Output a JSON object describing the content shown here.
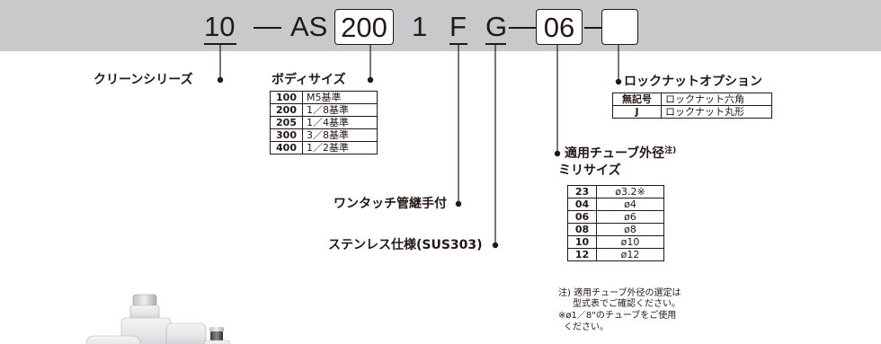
{
  "model_code": {
    "seg_10": "10",
    "dash_1": "—",
    "seg_as": "AS",
    "seg_200": "200",
    "seg_1": "1",
    "seg_f": "F",
    "seg_g": "G",
    "dash_2": "—",
    "seg_06": "06",
    "dash_3": "—",
    "seg_blank": ""
  },
  "labels": {
    "clean_series": "クリーンシリーズ",
    "body_size": "ボディサイズ",
    "one_touch": "ワンタッチ管継手付",
    "stainless": "ステンレス仕様(SUS303)",
    "tube_od_line1": "適用チューブ外径",
    "tube_od_note_mark": "注)",
    "tube_od_line2": "ミリサイズ",
    "locknut_option": "ロックナットオプション"
  },
  "body_size_table": [
    {
      "code": "100",
      "desc": "M5基準"
    },
    {
      "code": "200",
      "desc": "1／8基準"
    },
    {
      "code": "205",
      "desc": "1／4基準"
    },
    {
      "code": "300",
      "desc": "3／8基準"
    },
    {
      "code": "400",
      "desc": "1／2基準"
    }
  ],
  "locknut_table": [
    {
      "code": "無記号",
      "desc": "ロックナット六角"
    },
    {
      "code": "J",
      "desc": "ロックナット丸形"
    }
  ],
  "tube_table": [
    {
      "code": "23",
      "desc": "ø3.2※"
    },
    {
      "code": "04",
      "desc": "ø4"
    },
    {
      "code": "06",
      "desc": "ø6"
    },
    {
      "code": "08",
      "desc": "ø8"
    },
    {
      "code": "10",
      "desc": "ø10"
    },
    {
      "code": "12",
      "desc": "ø12"
    }
  ],
  "notes": {
    "line1": "注) 適用チューブ外径の選定は",
    "line2": "型式表でご確認ください。",
    "line3": "※ø1／8\"のチューブをご使用",
    "line4": "ください。"
  },
  "colors": {
    "band": "#c8c9ca",
    "ink": "#231815",
    "product_body": "#e9eaea"
  }
}
